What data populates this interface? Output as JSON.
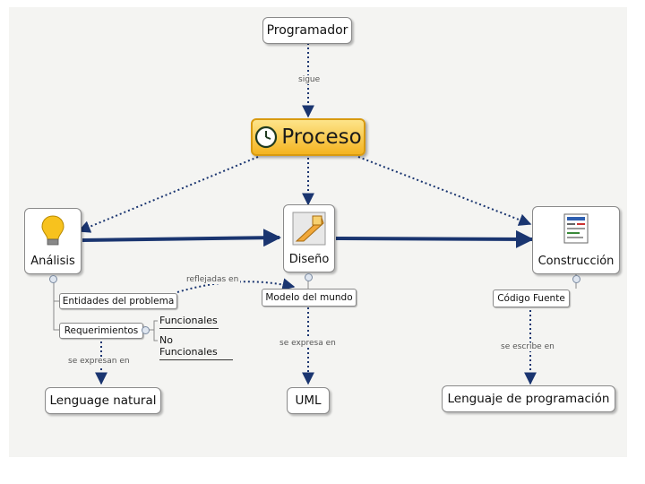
{
  "nodes": {
    "programador": "Programador",
    "proceso": "Proceso",
    "analisis": "Análisis",
    "diseno": "Diseño",
    "construccion": "Construcción",
    "entidades": "Entidades del problema",
    "requerimientos": "Requerimientos",
    "funcionales": "Funcionales",
    "no_funcionales": "No Funcionales",
    "modelo": "Modelo del mundo",
    "codigo": "Código Fuente",
    "lenguage_natural": "Lenguage natural",
    "uml": "UML",
    "lenguaje_prog": "Lenguaje de programación"
  },
  "links": {
    "sigue": "sigue",
    "reflejadas_en": "reflejadas en",
    "se_expresan_en": "se expresan en",
    "se_expresa_en": "se expresa en",
    "se_escribe_en": "se escribe en"
  },
  "colors": {
    "arrow": "#1a3570",
    "proceso_fill": "#f4b420",
    "proceso_border": "#d89a10"
  },
  "icons": [
    "clock-icon",
    "lightbulb-icon",
    "drafting-icon",
    "document-icon"
  ]
}
